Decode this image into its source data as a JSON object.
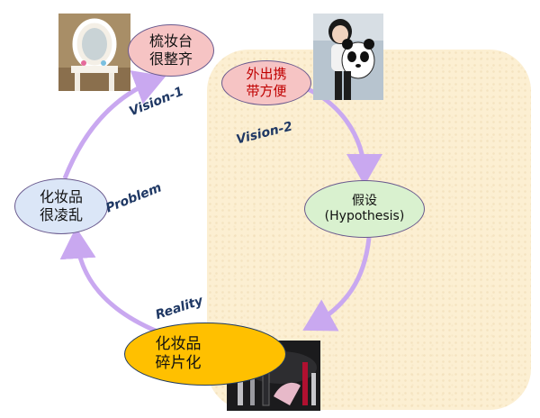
{
  "nodes": {
    "vision1": {
      "line1": "梳妆台",
      "line2": "很整齐"
    },
    "vision2": {
      "line1": "外出携",
      "line2": "带方便"
    },
    "hypothesis": {
      "line1": "假设",
      "line2": "(Hypothesis)"
    },
    "problem": {
      "line1": "化妆品",
      "line2": "很凌乱"
    },
    "reality": {
      "line1": "化妆品",
      "line2": "碎片化"
    }
  },
  "labels": {
    "vision1": "Vision-1",
    "vision2": "Vision-2",
    "problem": "Problem",
    "reality": "Reality"
  },
  "colors": {
    "arrow": "#c9a8f0",
    "panel": "#fcefd2",
    "label_text": "#1f3864",
    "vision_fill": "#f6c4c4",
    "hypothesis_fill": "#d9f1cf",
    "problem_fill": "#dbe6f7",
    "reality_fill": "#ffc000",
    "vision2_text": "#c00000"
  }
}
